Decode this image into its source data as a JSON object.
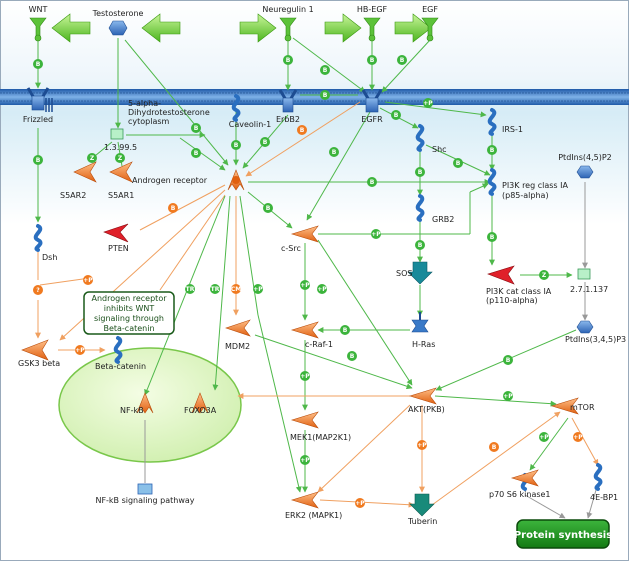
{
  "nodes": {
    "wnt": "WNT",
    "testosterone": "Testosterone",
    "neuregulin": "Neuregulin 1",
    "hbegf": "HB-EGF",
    "egf": "EGF",
    "frizzled": "Frizzled",
    "erbb2": "ErbB2",
    "egfr": "EGFR",
    "dihydro_1": "5-alpha-",
    "dihydro_2": "Dihydrotestosterone",
    "dihydro_3": "cytoplasm",
    "enz_1399": "1.3.99.5",
    "caveolin": "Caveolin-1",
    "irs1": "IRS-1",
    "shc": "Shc",
    "s5ar2": "S5AR2",
    "s5ar1": "S5AR1",
    "ar": "Androgen receptor",
    "ptdins45": "PtdIns(4,5)P2",
    "pi3k_reg_1": "PI3K reg class IA",
    "pi3k_reg_2": "(p85-alpha)",
    "grb2": "GRB2",
    "pten": "PTEN",
    "csrc": "c-Src",
    "dsh": "Dsh",
    "sos": "SOS",
    "pi3k_cat_1": "PI3K cat class IA",
    "pi3k_cat_2": "(p110-alpha)",
    "enz_27": "2.7.1.137",
    "note_1": "Androgen receptor",
    "note_2": "inhibits WNT",
    "note_3": "signaling through",
    "note_4": "Beta-catenin",
    "craf": "c-Raf-1",
    "mdm2": "MDM2",
    "hras": "H-Ras",
    "ptdins345": "PtdIns(3,4,5)P3",
    "gsk3": "GSK3 beta",
    "betacat": "Beta-catenin",
    "nfkb": "NF-kB",
    "foxo3": "FOXO3A",
    "akt": "AKT(PKB)",
    "mtor": "mTOR",
    "mek1": "MEK1(MAP2K1)",
    "p70": "p70 S6 kinase1",
    "ebp1": "4E-BP1",
    "nfkb_path": "NF-kB signaling pathway",
    "erk2": "ERK2 (MAPK1)",
    "tuberin": "Tuberin",
    "protein_synthesis": "Protein synthesis"
  },
  "badges": {
    "b": "B",
    "p": "+P",
    "tr": "TR",
    "cm": "CM",
    "z": "Z",
    "q": "?"
  },
  "colors": {
    "membrane": "#3a74b8",
    "edge_green": "#4fb84a",
    "edge_orange": "#f0a060",
    "nucleus": "#e6f8c8",
    "protein_synthesis": "#1a8a1a"
  }
}
